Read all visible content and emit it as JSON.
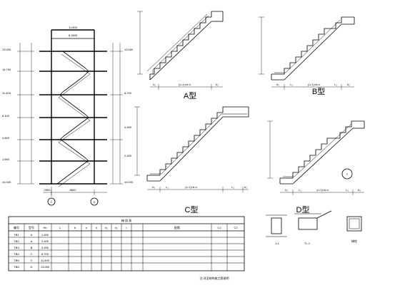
{
  "section": {
    "top_dim": "11.500",
    "mid_dim": "8.1800",
    "level_labels_left": [
      "13.000",
      "14.700",
      "11.400",
      "8.100",
      "4.800",
      "1.650",
      "±0.000"
    ],
    "level_labels_right": [
      "13.000",
      "8.700",
      "4.450",
      "2.400",
      "±0.000"
    ],
    "axis_marks": [
      "C",
      "D"
    ],
    "bottom_dims": [
      "2500",
      "8600"
    ]
  },
  "detail_a": {
    "label": "A型",
    "span": "(n-1)×b=L",
    "left_dim": "b₁",
    "right_dim": "b₂"
  },
  "detail_b": {
    "label": "B型",
    "span": "(n-1)×b=L",
    "dims": [
      "b₁",
      "L₁",
      "L₂",
      "b₂"
    ]
  },
  "detail_c": {
    "label": "C型",
    "span": "(n-1)×b=L",
    "dims": [
      "b₁",
      "L₁",
      "L₂",
      "b₂"
    ]
  },
  "detail_d": {
    "label": "D型",
    "span": "(n-1)×b=L",
    "dims": [
      "b₁",
      "L₁",
      "L₂",
      "b₂"
    ]
  },
  "callout": "Y",
  "table": {
    "title": "梯 段 表",
    "headers": [
      "编号",
      "型号",
      "Hb",
      "L",
      "b",
      "n",
      "h",
      "b₁",
      "b₂",
      "t",
      "配筋",
      "C1",
      "C2"
    ],
    "rows": [
      [
        "TB1",
        "A",
        "1.650"
      ],
      [
        "TB2",
        "A",
        "2.400"
      ],
      [
        "TB3",
        "B",
        "4.450"
      ],
      [
        "TB4",
        "C",
        "8.700"
      ],
      [
        "TB5",
        "C",
        "11.400"
      ],
      [
        "TB6",
        "D",
        "13.000"
      ]
    ]
  },
  "beam_label": "TL-1",
  "col_label": "梯柱",
  "section_label": "1-1",
  "footer": "注:详见结构施工图说明"
}
